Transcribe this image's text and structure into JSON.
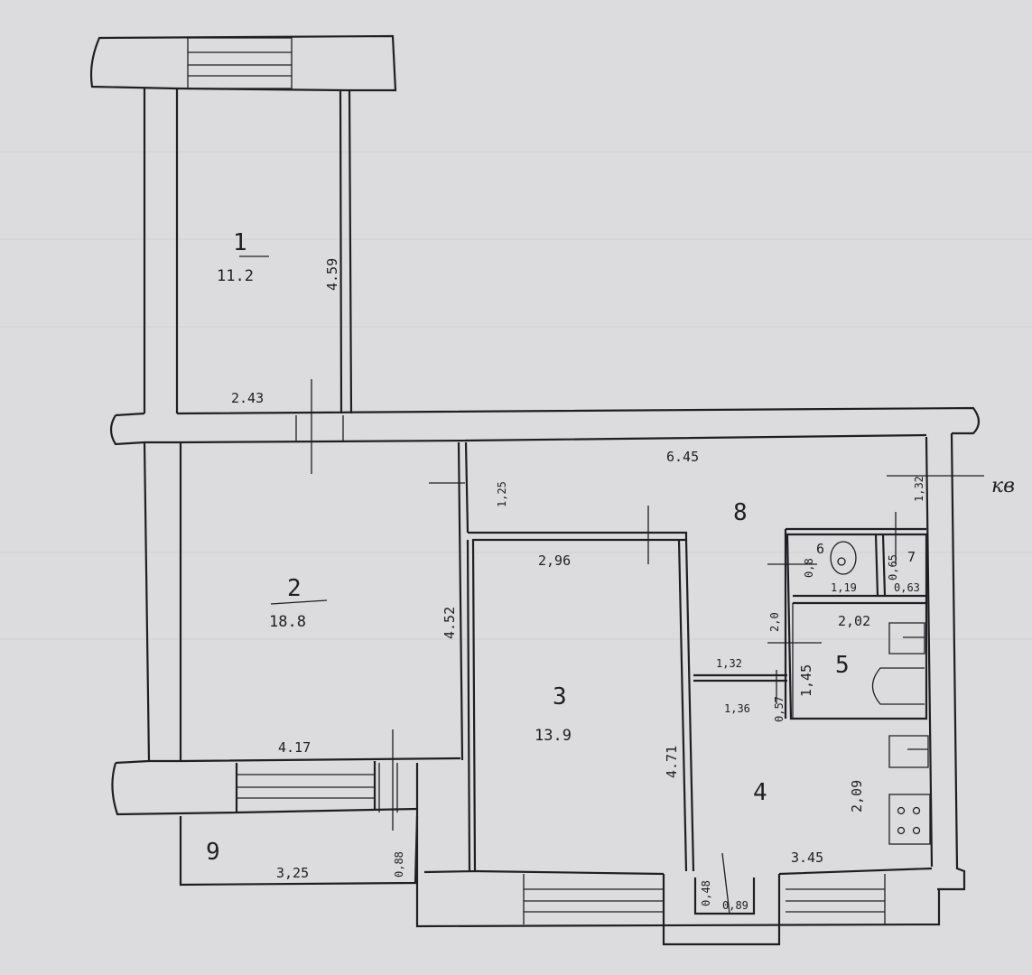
{
  "rooms": [
    {
      "id": "1",
      "area": "11.2"
    },
    {
      "id": "2",
      "area": "18.8"
    },
    {
      "id": "3",
      "area": "13.9"
    },
    {
      "id": "4"
    },
    {
      "id": "5"
    },
    {
      "id": "6"
    },
    {
      "id": "7"
    },
    {
      "id": "8"
    },
    {
      "id": "9"
    }
  ],
  "dimensions": {
    "room1_width": "2.43",
    "room1_length": "4.59",
    "room2_width": "4.17",
    "room2_length": "4.52",
    "room3_width": "2,96",
    "room3_length": "4.71",
    "room4_width": "3.45",
    "room4_length": "2,09",
    "room5_width": "2,02",
    "room5_length": "1,45",
    "room6_width": "1,19",
    "room6_length": "0,8",
    "room7_width": "0,63",
    "room7_length": "0,65",
    "corridor_length": "6.45",
    "corridor_width_a": "1,25",
    "corridor_width_b": "1,32",
    "hall_width": "1,32",
    "hall_offset": "1,36",
    "door_gap": "0,57",
    "bath_depth": "2,0",
    "balcony_length": "3,25",
    "balcony_depth": "0,88",
    "niche_width": "0,89",
    "niche_depth": "0,48"
  },
  "annotation": "кв"
}
